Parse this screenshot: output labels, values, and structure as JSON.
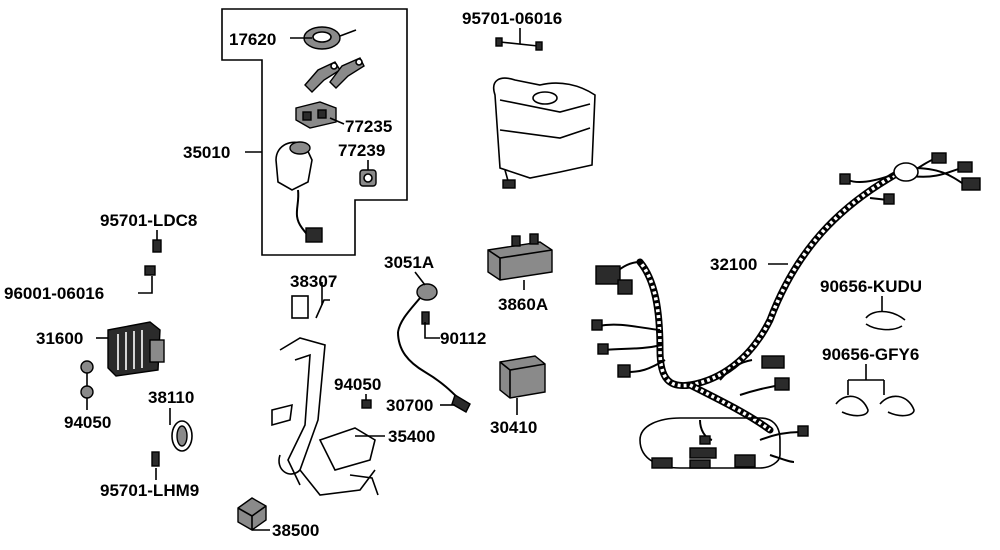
{
  "colors": {
    "ink": "#000000",
    "background": "#ffffff",
    "part_shade": "#8a8a8a"
  },
  "parts": {
    "p17620": "17620",
    "p95701_06016": "95701-06016",
    "p77235": "77235",
    "p35010": "35010",
    "p77239": "77239",
    "p95701_ldc8": "95701-LDC8",
    "p96001_06016": "96001-06016",
    "p38307": "38307",
    "p3051a": "3051A",
    "p3860a": "3860A",
    "p32100": "32100",
    "p90656_kudu": "90656-KUDU",
    "p31600": "31600",
    "p90112": "90112",
    "p90656_gfy6": "90656-GFY6",
    "p38110": "38110",
    "p94050_left": "94050",
    "p94050_center": "94050",
    "p30700": "30700",
    "p30410": "30410",
    "p35400": "35400",
    "p95701_lhm9": "95701-LHM9",
    "p38500": "38500"
  }
}
